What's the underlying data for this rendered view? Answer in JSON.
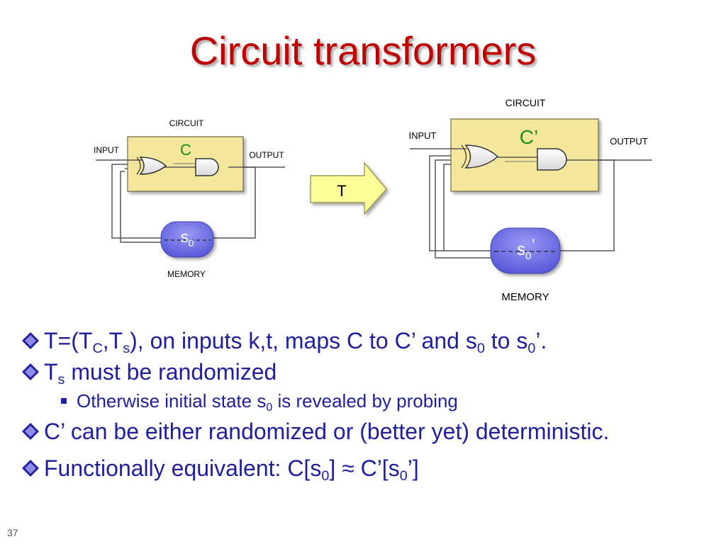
{
  "title": "Circuit transformers",
  "slide_number": "37",
  "left_circuit": {
    "circuit_label": "CIRCUIT",
    "input_label": "INPUT",
    "output_label": "OUTPUT",
    "circuit_name": "C",
    "memory_state_base": "s",
    "memory_state_sub": "0",
    "memory_label": "MEMORY"
  },
  "transform": {
    "label": "T"
  },
  "right_circuit": {
    "circuit_label": "CIRCUIT",
    "input_label": "INPUT",
    "output_label": "OUTPUT",
    "circuit_name": "C’",
    "memory_state_base": "s",
    "memory_state_sub": "0",
    "memory_state_prime": "’",
    "memory_label": "MEMORY"
  },
  "bullets": {
    "b1": {
      "p1": "T=(T",
      "s1": "C",
      "p2": ",T",
      "s2": "s",
      "p3": "), on inputs k,t, maps C to C’ and s",
      "s3": "0",
      "p4": " to s",
      "s4": "0",
      "p5": "’."
    },
    "b2": {
      "p1": "T",
      "s1": "s",
      "p2": " must be randomized"
    },
    "b2a": {
      "p1": "Otherwise initial state s",
      "s1": "0",
      "p2": " is revealed by probing"
    },
    "b3": {
      "p1": "C’ can be either randomized or (better yet) deterministic."
    },
    "b4": {
      "p1": "Functionally equivalent: C[s",
      "s1": "0",
      "p2": "] ≈ C’[s",
      "s2": "0",
      "p3": "’]"
    }
  },
  "colors": {
    "title": "#c00000",
    "text": "#1f1f9e",
    "circuit_fill": "#f4e69b",
    "memory_fill": "#6e6ee8",
    "arrow_fill": "#ffff99"
  }
}
